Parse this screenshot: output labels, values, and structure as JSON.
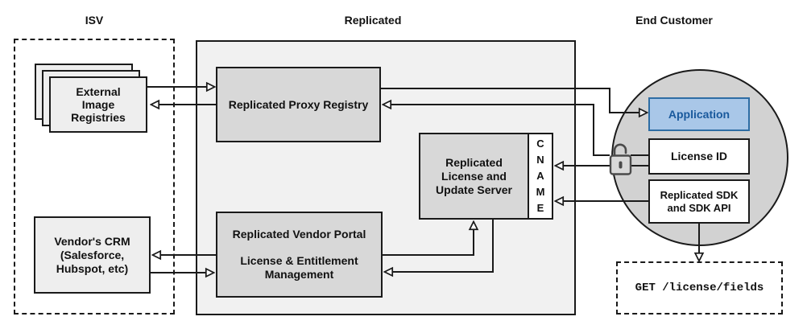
{
  "sections": {
    "isv": {
      "label": "ISV"
    },
    "replicated": {
      "label": "Replicated"
    },
    "end_customer": {
      "label": "End Customer"
    }
  },
  "nodes": {
    "external_registries": {
      "lines": [
        "External",
        "Image",
        "Registries"
      ]
    },
    "vendors_crm": {
      "lines": [
        "Vendor's CRM",
        "(Salesforce,",
        "Hubspot, etc)"
      ]
    },
    "proxy_registry": {
      "label": "Replicated Proxy Registry"
    },
    "vendor_portal": {
      "title": "Replicated Vendor Portal",
      "subtitle_lines": [
        "License & Entitlement",
        "Management"
      ]
    },
    "license_update_server": {
      "lines": [
        "Replicated",
        "License and",
        "Update Server"
      ]
    },
    "cname": {
      "letters": [
        "C",
        "N",
        "A",
        "M",
        "E"
      ]
    },
    "application": {
      "label": "Application"
    },
    "license_id": {
      "label": "License ID"
    },
    "replicated_sdk": {
      "lines": [
        "Replicated SDK",
        "and SDK API"
      ]
    },
    "get_request": {
      "label": "GET /license/fields"
    }
  },
  "icons": {
    "unlock": "open-padlock-icon"
  },
  "colors": {
    "application_fill": "#a9c7e8",
    "application_border": "#2e6da4",
    "application_text": "#19599c",
    "inner_box_fill": "#d8d8d8",
    "replicated_container_fill": "#f1f1f1",
    "circle_fill": "#d2d2d2",
    "light_box_fill": "#eeeeee",
    "line": "#1a1a1a",
    "padlock": "#4a4a4a"
  },
  "connections": [
    {
      "from": "External Image Registries",
      "to": "Replicated Proxy Registry"
    },
    {
      "from": "Replicated Proxy Registry",
      "to": "External Image Registries"
    },
    {
      "from": "Replicated Proxy Registry",
      "to": "Application"
    },
    {
      "from": "License ID",
      "to": "Replicated Proxy Registry"
    },
    {
      "from": "License ID",
      "to": "CNAME"
    },
    {
      "from": "Replicated SDK and SDK API",
      "to": "CNAME"
    },
    {
      "from": "Replicated Vendor Portal",
      "to": "Replicated License and Update Server"
    },
    {
      "from": "Replicated License and Update Server",
      "to": "Replicated Vendor Portal"
    },
    {
      "from": "Replicated Vendor Portal",
      "to": "Vendor's CRM"
    },
    {
      "from": "Vendor's CRM",
      "to": "Replicated Vendor Portal"
    },
    {
      "from": "Replicated SDK and SDK API",
      "to": "GET /license/fields"
    }
  ]
}
